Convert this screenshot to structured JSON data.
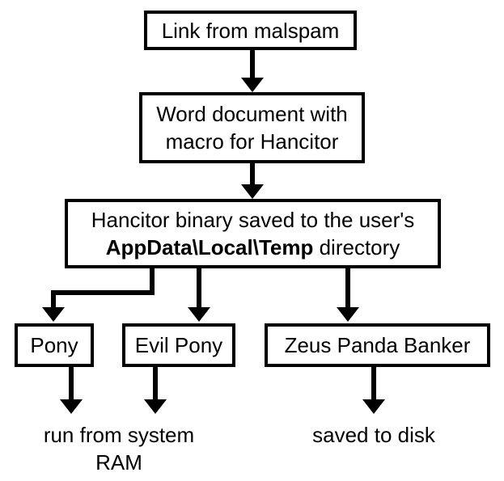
{
  "nodes": {
    "link": {
      "text": "Link from malspam"
    },
    "word": {
      "line1": "Word document with",
      "line2": "macro for Hancitor"
    },
    "hancitor": {
      "line1": "Hancitor binary saved to the user's",
      "path": "AppData\\Local\\Temp",
      "suffix": " directory"
    },
    "pony": {
      "text": "Pony"
    },
    "evil_pony": {
      "text": "Evil Pony"
    },
    "zeus": {
      "text": "Zeus Panda Banker"
    }
  },
  "outcomes": {
    "ram": {
      "line1": "run from system",
      "line2": "RAM"
    },
    "disk": {
      "text": "saved to disk"
    }
  }
}
